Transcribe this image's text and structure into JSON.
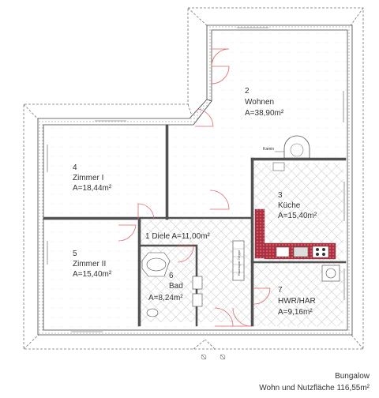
{
  "rooms": {
    "wohnen": {
      "num": "2",
      "name": "Wohnen",
      "area": "A=38,90m²"
    },
    "zimmer1": {
      "num": "4",
      "name": "Zimmer I",
      "area": "A=18,44m²"
    },
    "kueche": {
      "num": "3",
      "name": "Küche",
      "area": "A=15,40m²"
    },
    "diele": {
      "label": "1 Diele  A=11,00m²"
    },
    "zimmer2": {
      "num": "5",
      "name": "Zimmer II",
      "area": "A=15,40m²"
    },
    "bad": {
      "num": "6",
      "name": "Bad",
      "area": "A=8,24m²"
    },
    "hwr": {
      "num": "7",
      "name": "HWR/HAR",
      "area": "A=9,16m²"
    }
  },
  "fixtures": {
    "kamin": "Kamin",
    "stair": "Raumspar-Treppe"
  },
  "caption": {
    "title": "Bungalow",
    "subtitle": "Wohn und Nutzfläche 116,55m²"
  },
  "colors": {
    "wall": "#444444",
    "door": "#e06a6a",
    "hatch": "#b8b8b8",
    "counter": "#b03040"
  }
}
